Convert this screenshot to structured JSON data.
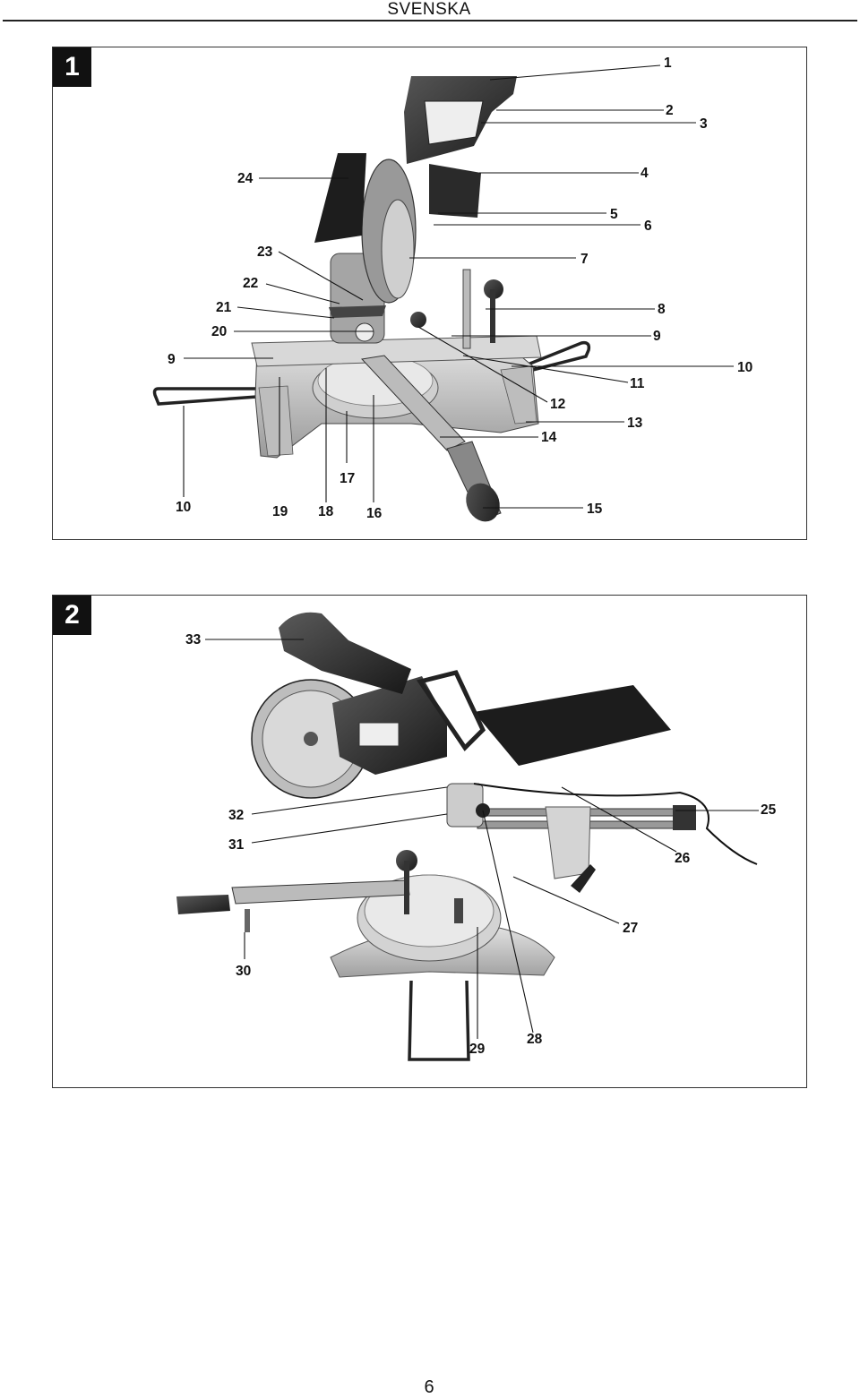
{
  "header": {
    "title": "SVENSKA"
  },
  "figures": [
    {
      "badge": "1",
      "callouts": [
        "1",
        "2",
        "3",
        "4",
        "5",
        "6",
        "7",
        "8",
        "9",
        "10",
        "11",
        "12",
        "13",
        "14",
        "15",
        "16",
        "17",
        "18",
        "19",
        "20",
        "21",
        "22",
        "23",
        "24",
        "9",
        "10"
      ]
    },
    {
      "badge": "2",
      "callouts": [
        "25",
        "26",
        "27",
        "28",
        "29",
        "30",
        "31",
        "32",
        "33"
      ]
    }
  ],
  "footer": {
    "page_number": "6"
  }
}
